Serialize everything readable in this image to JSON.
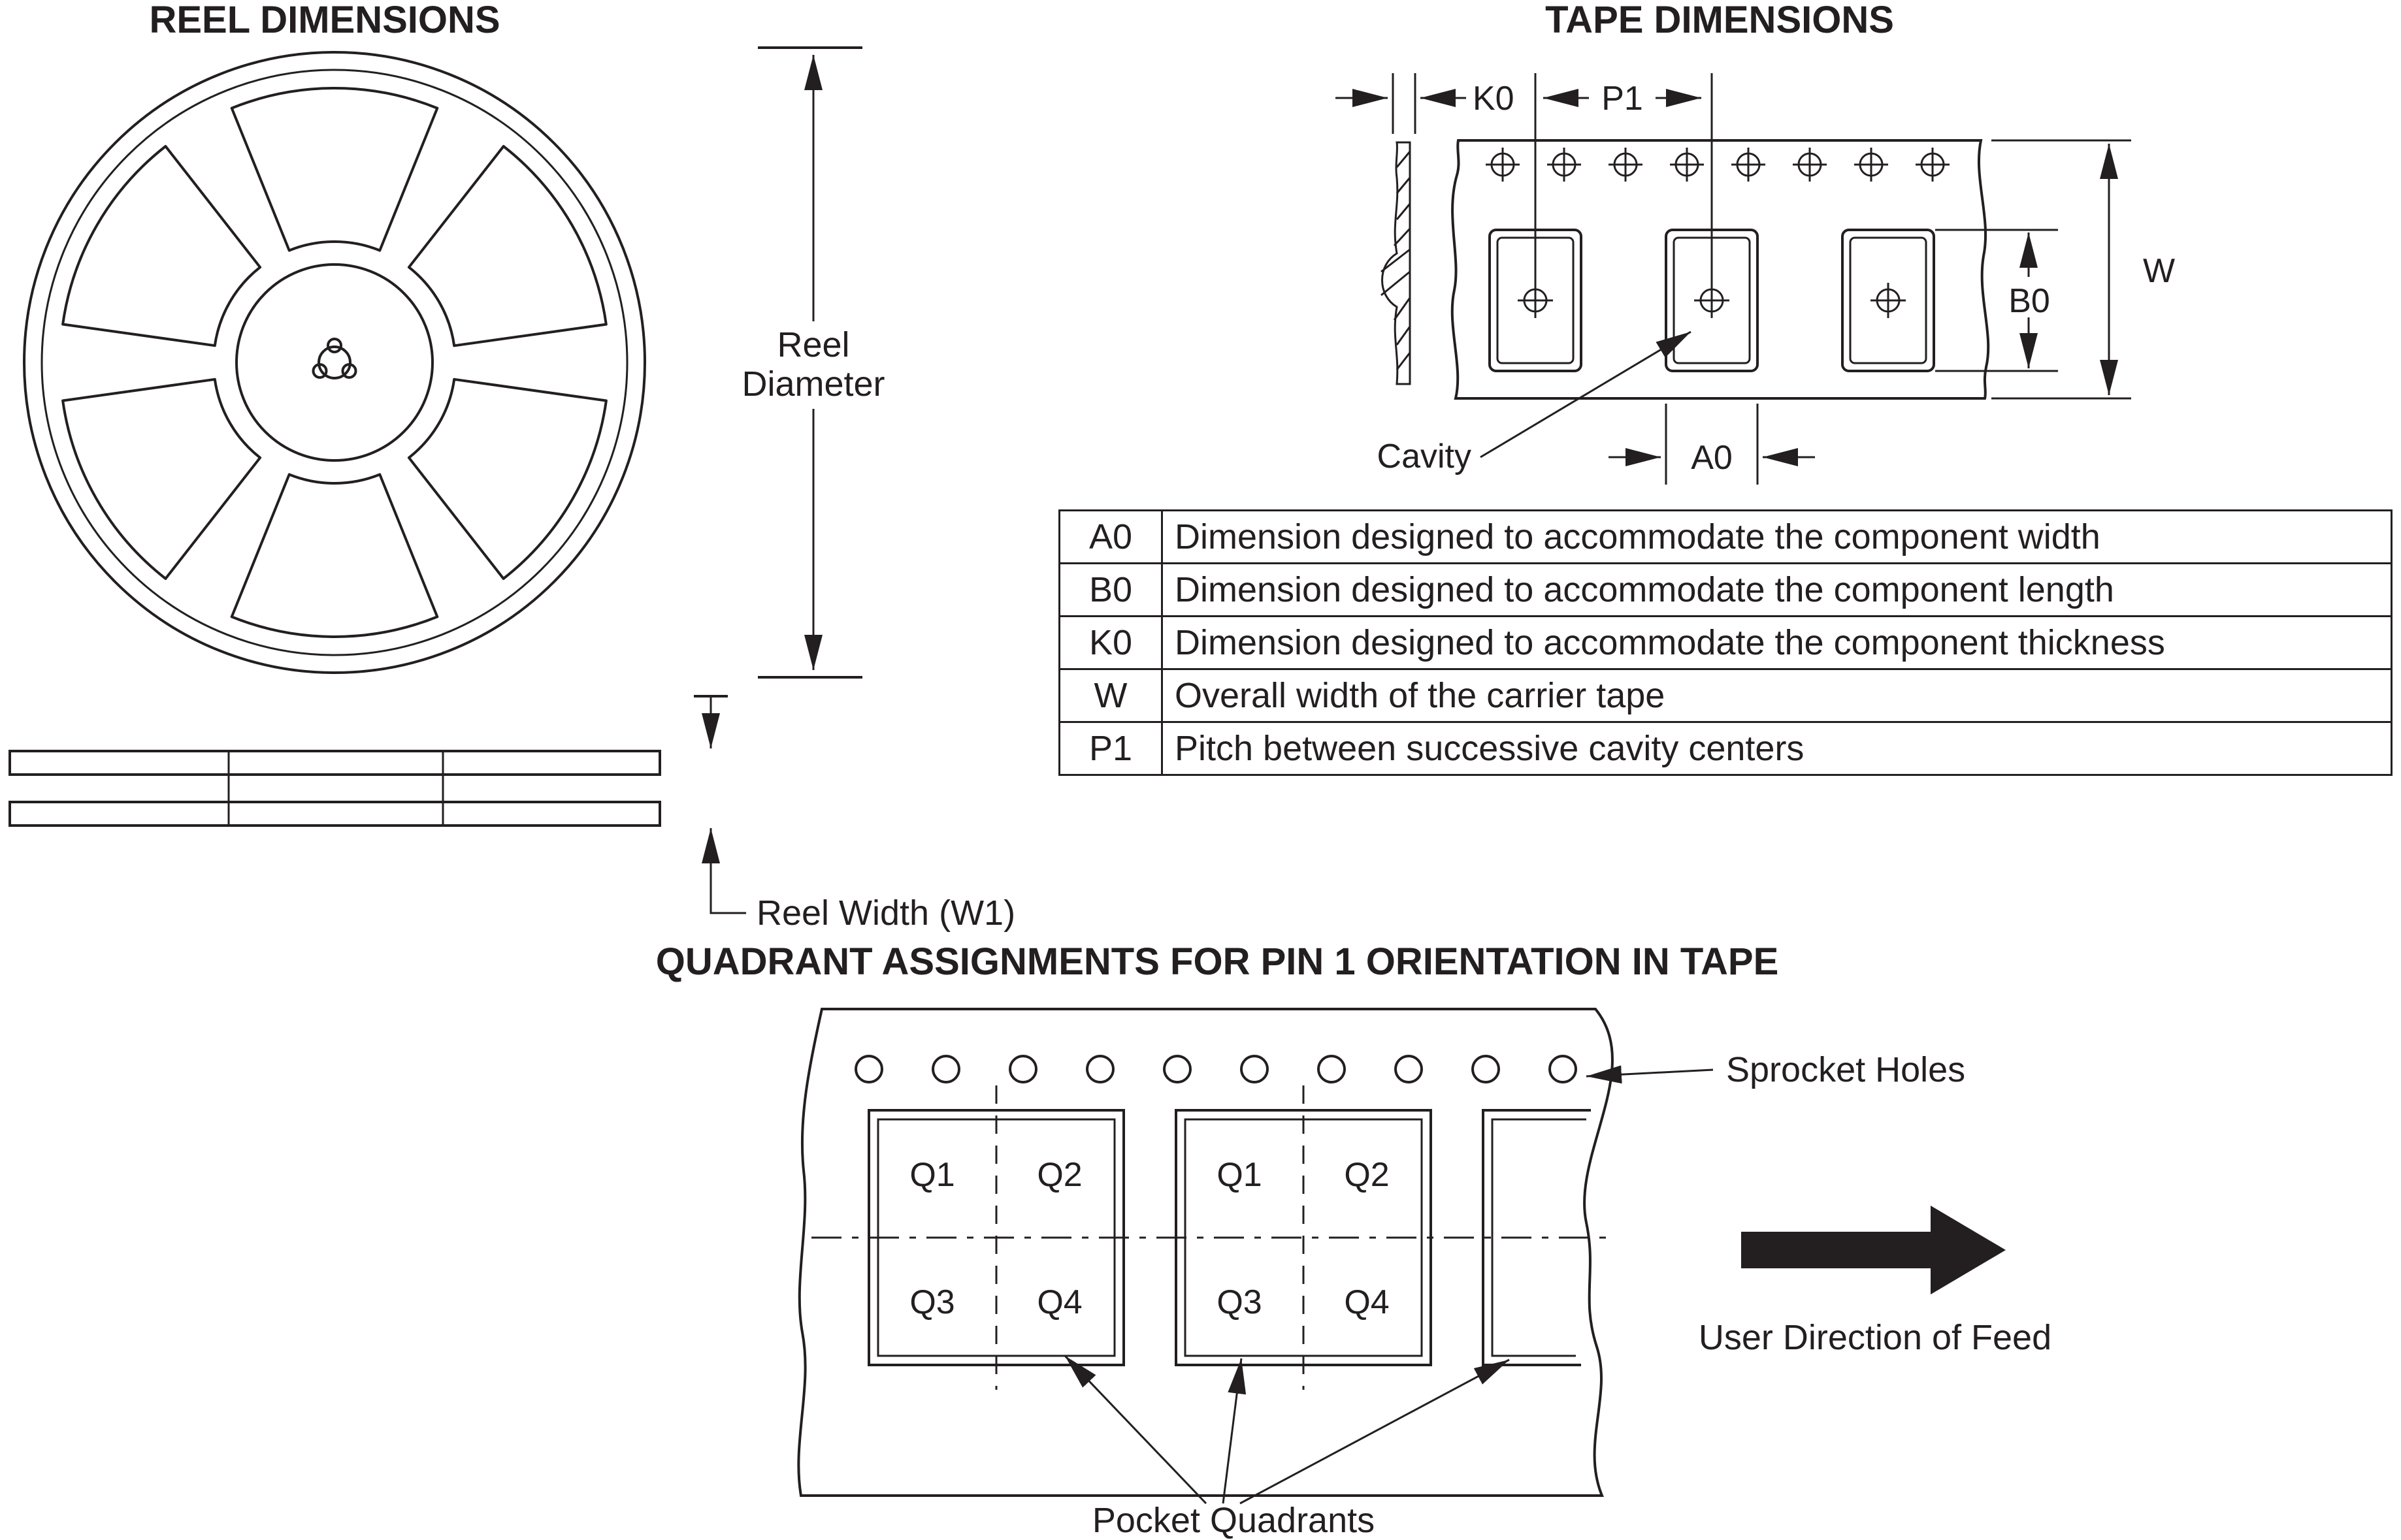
{
  "colors": {
    "ink": "#231f20",
    "background": "#ffffff"
  },
  "reel": {
    "title": "REEL DIMENSIONS",
    "diameter_label": [
      "Reel",
      "Diameter"
    ],
    "width_label": "Reel Width (W1)"
  },
  "tape": {
    "title": "TAPE DIMENSIONS",
    "labels": {
      "k0": "K0",
      "p1": "P1",
      "b0": "B0",
      "w": "W",
      "a0": "A0",
      "cavity": "Cavity"
    }
  },
  "dimension_table": {
    "rows": [
      {
        "symbol": "A0",
        "description": "Dimension designed to accommodate the component width"
      },
      {
        "symbol": "B0",
        "description": "Dimension designed to accommodate the component length"
      },
      {
        "symbol": "K0",
        "description": "Dimension designed to accommodate the component thickness"
      },
      {
        "symbol": "W",
        "description": "Overall width of the carrier tape"
      },
      {
        "symbol": "P1",
        "description": "Pitch between successive cavity centers"
      }
    ]
  },
  "quadrant": {
    "title": "QUADRANT ASSIGNMENTS FOR PIN 1 ORIENTATION IN TAPE",
    "sprocket_holes_label": "Sprocket Holes",
    "feed_label": "User Direction of Feed",
    "pocket_quadrants_label": "Pocket Quadrants",
    "q_labels": [
      "Q1",
      "Q2",
      "Q3",
      "Q4"
    ]
  }
}
